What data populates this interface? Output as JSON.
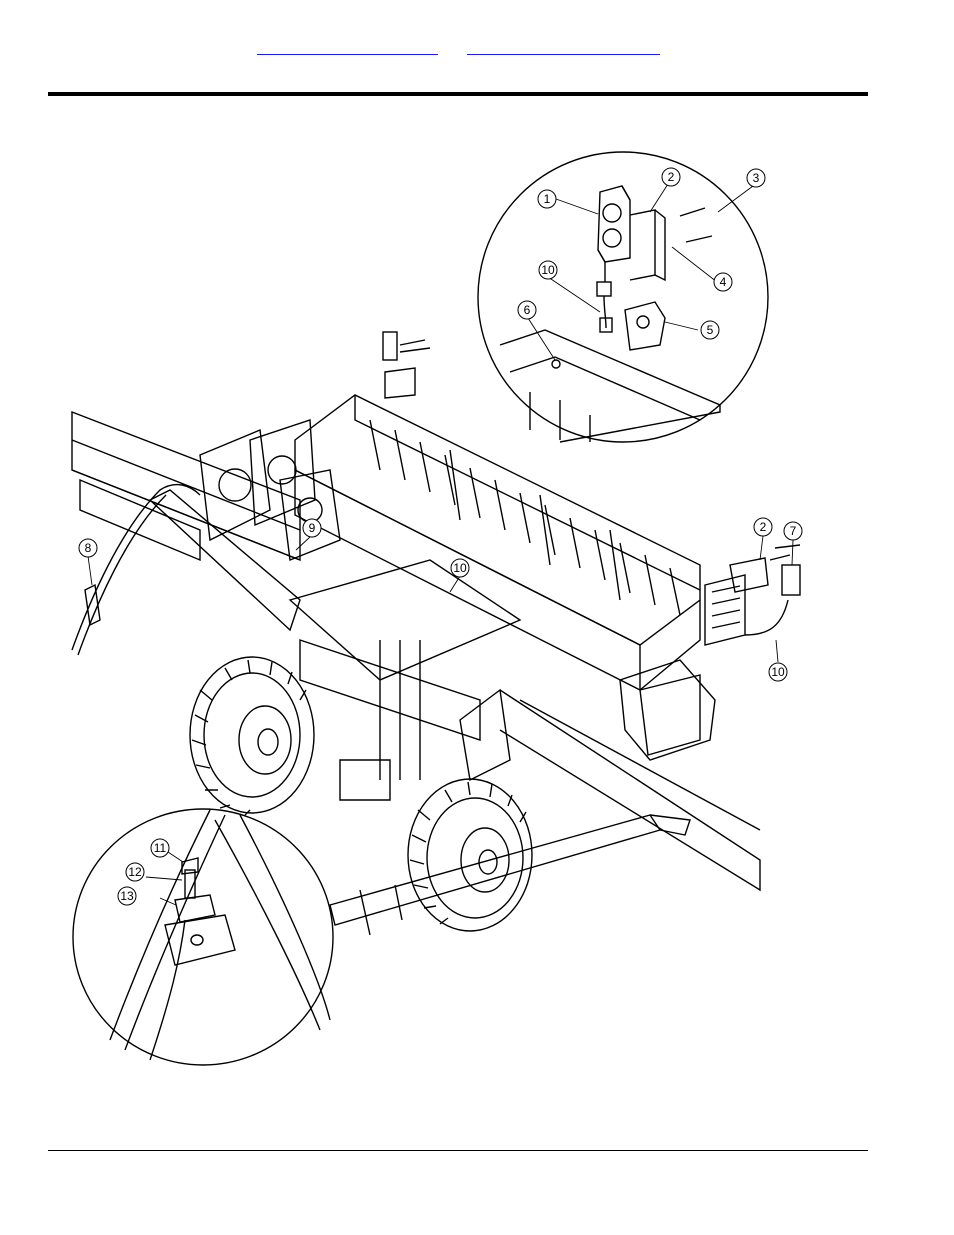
{
  "header": {
    "links": [
      {
        "label": ""
      },
      {
        "label": ""
      }
    ]
  },
  "callouts": [
    "1",
    "2",
    "3",
    "4",
    "10",
    "6",
    "5",
    "2",
    "7",
    "8",
    "9",
    "10",
    "10",
    "11",
    "12",
    "13"
  ]
}
